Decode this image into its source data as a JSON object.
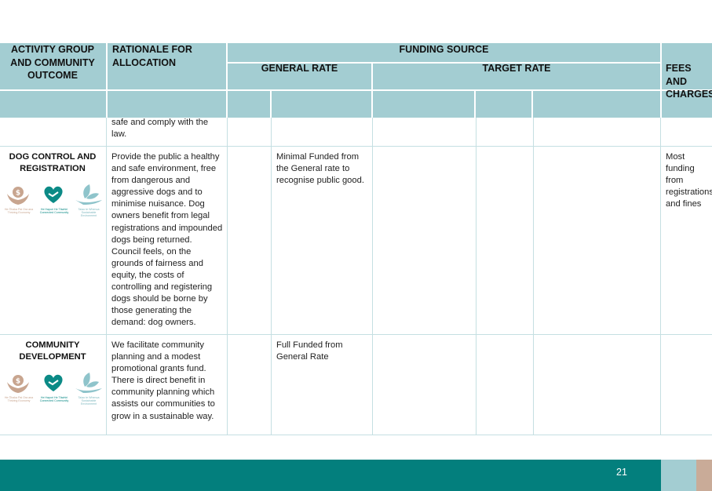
{
  "table": {
    "headers": {
      "activity": "ACTIVITY GROUP AND COMMUNITY OUTCOME",
      "rationale": "RATIONALE FOR ALLOCATION",
      "funding_source": "FUNDING SOURCE",
      "general_rate": "GENERAL RATE",
      "target_rate": "TARGET RATE",
      "fees_charges": "FEES AND CHARGES"
    },
    "rows": [
      {
        "group": "",
        "rationale": "safe and comply with the law.",
        "general_rate": "",
        "fees": ""
      },
      {
        "group": "DOG CONTROL AND REGISTRATION",
        "rationale": "Provide the public a healthy and safe environment, free from dangerous and aggressive dogs and to minimise nuisance. Dog owners benefit from legal registrations and impounded dogs being returned. Council feels, on the grounds of fairness and equity, the costs of controlling and registering dogs should be borne by those generating the demand: dog owners.",
        "general_rate": "Minimal Funded from the General rate to recognise public good.",
        "fees": "Most funding from registrations and fines"
      },
      {
        "group": "COMMUNITY DEVELOPMENT",
        "rationale": "We facilitate community planning and a modest promotional grants fund. There is direct benefit in community planning which assists our communities to grow in a sustainable way.",
        "general_rate": "Full Funded from General Rate",
        "fees": ""
      }
    ]
  },
  "outcome_icons": [
    {
      "icon": "dollar-hand-icon",
      "caption": "He Ōhaka Pai Ora ana Thriving Economy",
      "color": "#c8a58f"
    },
    {
      "icon": "heart-hands-icon",
      "caption": "He Hapori He Tāwhiri Connected Community",
      "color": "#0b8a86"
    },
    {
      "icon": "leaf-hand-icon",
      "caption": "Taiao te Whenua Sustainable Environment",
      "color": "#8fc4cb"
    }
  ],
  "footer": {
    "page_number": "21"
  },
  "colors": {
    "header_bg": "#a3cdd2",
    "footer_teal": "#037f7d",
    "grid_line": "#c5dfe2",
    "accent_tan": "#c9ab98"
  }
}
